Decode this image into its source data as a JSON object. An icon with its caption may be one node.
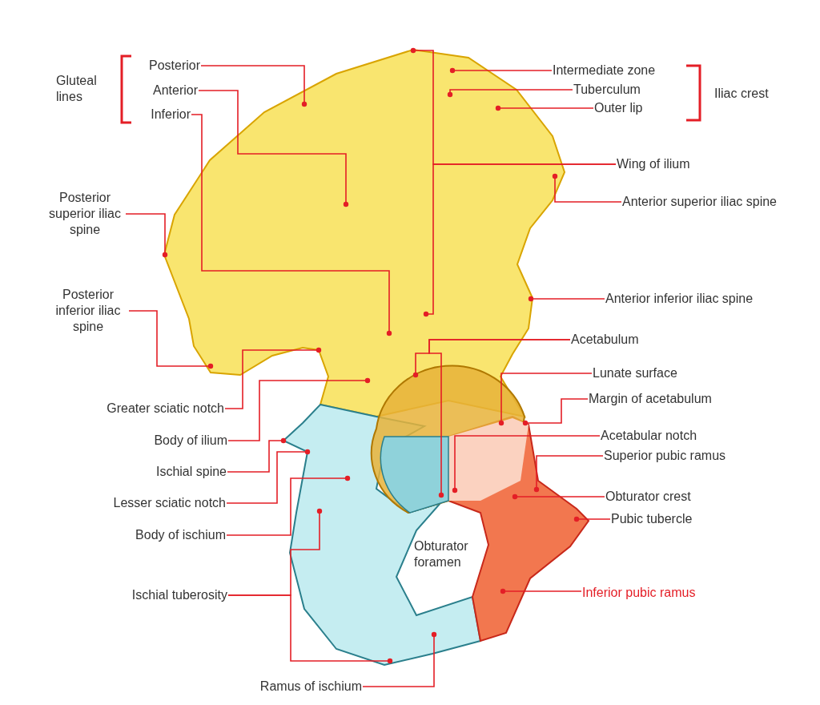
{
  "diagram": {
    "nodes": [
      {
        "text": [
          "Posterior"
        ]
      },
      {
        "text": [
          "Anterior"
        ]
      },
      {
        "text": [
          "Inferior"
        ]
      },
      {
        "text": [
          "Intermediate zone"
        ]
      },
      {
        "text": [
          "Tuberculum"
        ]
      },
      {
        "text": [
          "Outer lip"
        ]
      },
      {
        "text": [
          "Wing of ilium"
        ]
      },
      {
        "text": [
          "Anterior superior iliac spine"
        ]
      },
      {
        "text": [
          "Posterior superior iliac spine"
        ]
      },
      {
        "text": [
          "Posterior inferior iliac spine"
        ]
      },
      {
        "text": [
          "Anterior inferior iliac spine"
        ]
      },
      {
        "text": [
          "Acetabulum"
        ]
      },
      {
        "text": [
          "Lunate surface"
        ]
      },
      {
        "text": [
          "Greater sciatic notch"
        ]
      },
      {
        "text": [
          "Margin of acetabulum"
        ]
      },
      {
        "text": [
          "Body of ilium"
        ]
      },
      {
        "text": [
          "Acetabular notch"
        ]
      },
      {
        "text": [
          "Superior pubic ramus"
        ]
      },
      {
        "text": [
          "Ischial spine"
        ]
      },
      {
        "text": [
          "Obturator crest"
        ]
      },
      {
        "text": [
          "Lesser sciatic notch"
        ]
      },
      {
        "text": [
          "Pubic tubercle"
        ]
      },
      {
        "text": [
          "Body of ischium"
        ]
      },
      {
        "text": [
          "Ischial tuberosity"
        ]
      },
      {
        "text": [
          "Inferior pubic ramus"
        ]
      },
      {
        "text": [
          "Ramus of ischium"
        ]
      }
    ],
    "edges": [
      {
        "from": 0,
        "to": null,
        "arrow": "other"
      },
      {
        "from": 1,
        "to": null,
        "arrow": "other"
      },
      {
        "from": 2,
        "to": null,
        "arrow": "other"
      },
      {
        "from": 3,
        "to": null,
        "arrow": "other"
      },
      {
        "from": 4,
        "to": null,
        "arrow": "other"
      },
      {
        "from": 5,
        "to": null,
        "arrow": "other"
      },
      {
        "from": 6,
        "to": null,
        "arrow": "other"
      },
      {
        "from": 6,
        "to": null,
        "arrow": "other"
      },
      {
        "from": 7,
        "to": null,
        "arrow": "other"
      },
      {
        "from": 8,
        "to": null,
        "arrow": "other"
      },
      {
        "from": 9,
        "to": null,
        "arrow": "other"
      },
      {
        "from": 10,
        "to": null,
        "arrow": "other"
      },
      {
        "from": 11,
        "to": null,
        "arrow": "other"
      },
      {
        "from": 11,
        "to": null,
        "arrow": "other"
      },
      {
        "from": 12,
        "to": null,
        "arrow": "other"
      },
      {
        "from": 13,
        "to": null,
        "arrow": "other"
      },
      {
        "from": 14,
        "to": null,
        "arrow": "other"
      },
      {
        "from": 15,
        "to": null,
        "arrow": "other"
      },
      {
        "from": 16,
        "to": null,
        "arrow": "other"
      },
      {
        "from": 17,
        "to": null,
        "arrow": "other"
      },
      {
        "from": 18,
        "to": null,
        "arrow": "other"
      },
      {
        "from": 19,
        "to": null,
        "arrow": "other"
      },
      {
        "from": 20,
        "to": null,
        "arrow": "other"
      },
      {
        "from": 21,
        "to": null,
        "arrow": "other"
      },
      {
        "from": 22,
        "to": null,
        "arrow": "other"
      },
      {
        "from": 23,
        "to": null,
        "arrow": "other"
      },
      {
        "from": 23,
        "to": null,
        "arrow": "other"
      },
      {
        "from": 24,
        "to": null,
        "arrow": "other"
      },
      {
        "from": 25,
        "to": null,
        "arrow": "other"
      }
    ],
    "labels": [
      "Gluteal lines",
      "Iliac crest",
      "Obturator foramen"
    ]
  }
}
